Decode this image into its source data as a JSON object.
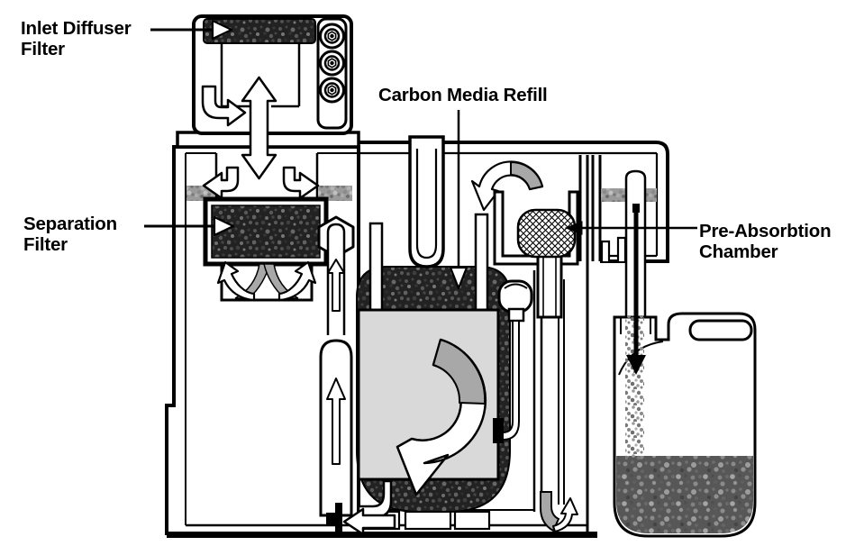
{
  "diagram": {
    "kind": "filtration-system-cutaway-schematic",
    "labels": {
      "inlet_diffuser_filter": {
        "line1": "Inlet Diffuser",
        "line2": "Filter"
      },
      "separation_filter": {
        "line1": "Separation",
        "line2": "Filter"
      },
      "carbon_media_refill": {
        "text": "Carbon Media Refill"
      },
      "pre_absorbtion_chamber": {
        "line1": "Pre-Absorbtion",
        "line2": "Chamber"
      }
    },
    "colors": {
      "line": "#000000",
      "background": "#ffffff",
      "media_dark": "#222222",
      "container_gray": "#d9d9d9",
      "arrow_gray": "#a8a8a8",
      "liquid_gray": "#575757",
      "band_gray": "#9a9a9a"
    }
  }
}
